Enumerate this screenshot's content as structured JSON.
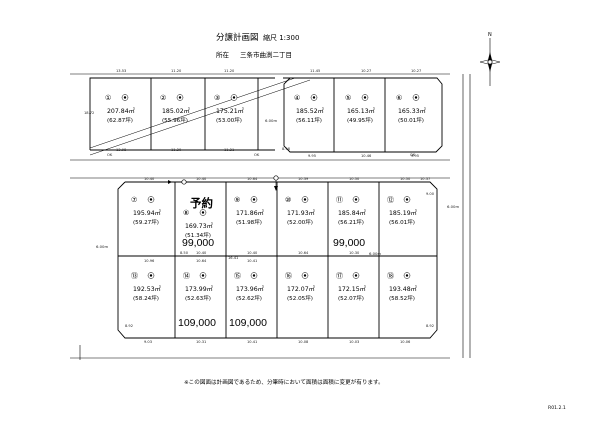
{
  "header": {
    "title": "分譲計画図",
    "scale": "縮尺 1:300",
    "location_label": "所在",
    "location": "三条市曲渕二丁目"
  },
  "reserved_label": "予約",
  "lots": [
    {
      "id": "①",
      "area_m2": "207.84㎡",
      "area_tsubo": "(62.87坪)"
    },
    {
      "id": "②",
      "area_m2": "185.02㎡",
      "area_tsubo": "(55.96坪)"
    },
    {
      "id": "③",
      "area_m2": "175.21㎡",
      "area_tsubo": "(53.00坪)"
    },
    {
      "id": "④",
      "area_m2": "185.52㎡",
      "area_tsubo": "(56.11坪)"
    },
    {
      "id": "⑤",
      "area_m2": "165.13㎡",
      "area_tsubo": "(49.95坪)"
    },
    {
      "id": "⑥",
      "area_m2": "165.33㎡",
      "area_tsubo": "(50.01坪)"
    },
    {
      "id": "⑦",
      "area_m2": "195.94㎡",
      "area_tsubo": "(59.27坪)"
    },
    {
      "id": "⑧",
      "area_m2": "169.73㎡",
      "area_tsubo": "(51.34坪)"
    },
    {
      "id": "⑨",
      "area_m2": "171.86㎡",
      "area_tsubo": "(51.98坪)"
    },
    {
      "id": "⑩",
      "area_m2": "171.93㎡",
      "area_tsubo": "(52.00坪)"
    },
    {
      "id": "⑪",
      "area_m2": "185.84㎡",
      "area_tsubo": "(56.21坪)"
    },
    {
      "id": "⑫",
      "area_m2": "185.19㎡",
      "area_tsubo": "(56.01坪)"
    },
    {
      "id": "⑬",
      "area_m2": "192.53㎡",
      "area_tsubo": "(58.24坪)"
    },
    {
      "id": "⑭",
      "area_m2": "173.99㎡",
      "area_tsubo": "(52.63坪)"
    },
    {
      "id": "⑮",
      "area_m2": "173.96㎡",
      "area_tsubo": "(52.62坪)"
    },
    {
      "id": "⑯",
      "area_m2": "172.07㎡",
      "area_tsubo": "(52.05坪)"
    },
    {
      "id": "⑰",
      "area_m2": "172.15㎡",
      "area_tsubo": "(52.07坪)"
    },
    {
      "id": "⑱",
      "area_m2": "193.48㎡",
      "area_tsubo": "(58.52坪)"
    }
  ],
  "prices": {
    "lot9": "99,000",
    "lot11": "99,000",
    "lot14": "109,000",
    "lot15": "109,000"
  },
  "dimensions": {
    "top_row_top": [
      "13.53",
      "11.20",
      "11.20",
      "11.45",
      "10.27",
      "10.27"
    ],
    "top_row_bottom": [
      "13.98",
      "11.20",
      "11.21",
      "9.95",
      "10.46",
      "9.95"
    ],
    "mid_top": [
      "10.40",
      "10.40",
      "10.64",
      "10.39",
      "10.50",
      "10.50",
      "10.37"
    ],
    "mid_row_divider": [
      "10.40",
      "10.40",
      "10.64",
      "10.30"
    ],
    "bottom_row_top": [
      "10.96",
      "10.64",
      "10.41"
    ],
    "bottom_row_bottom": [
      "9.03",
      "10.31",
      "10.41",
      "10.08",
      "10.03",
      "10.06"
    ],
    "misc": [
      "18.72",
      "16.41",
      "8.50",
      "8.98",
      "8.92",
      "8.92",
      "9.00"
    ]
  },
  "road_widths": [
    "6.00m",
    "6.00m",
    "6.00m",
    "6.00m"
  ],
  "ok_marks": [
    "OK",
    "OK",
    "OK"
  ],
  "footer_note": "※この図面は計画図であるため、分筆時において面積は面積に変更が有ります。",
  "sheet_code": "R01.2.1",
  "compass_label": "N"
}
